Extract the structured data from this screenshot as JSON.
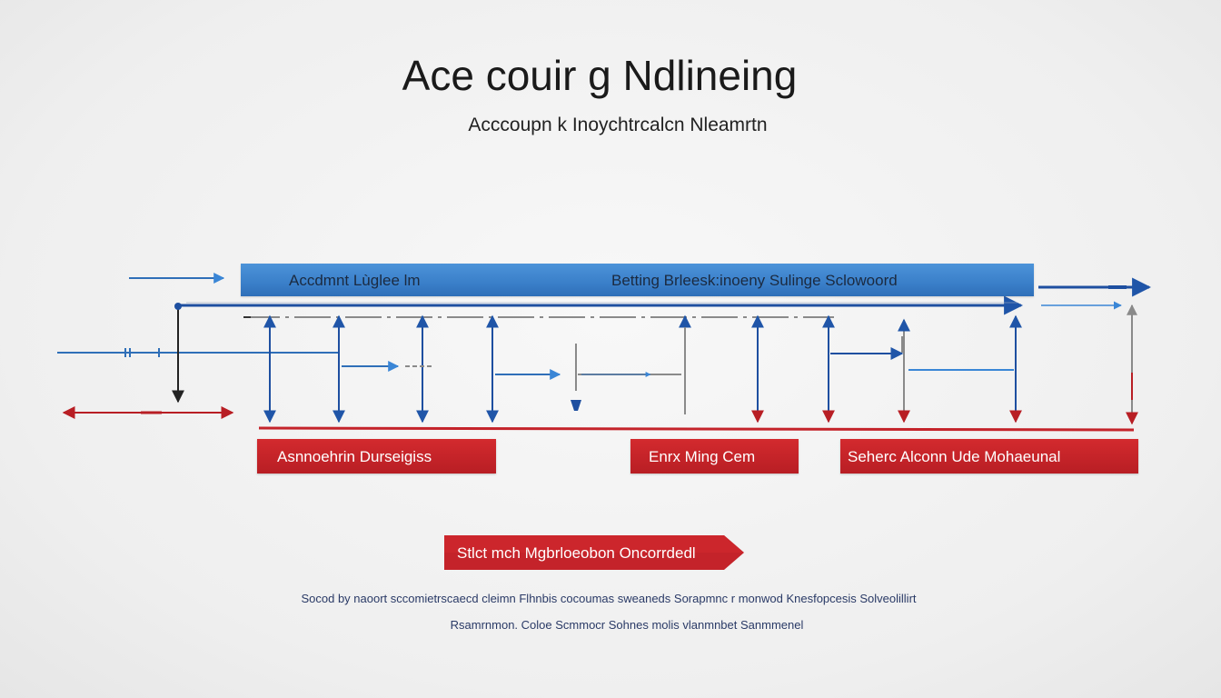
{
  "title": "Ace couir g Ndlineing",
  "subtitle": "Acccoupn k Inoychtrcalcn Nleamrtn",
  "blue_bar": {
    "left_label": "Accdmnt Lùglee lm",
    "right_label": "Betting Brleesk:inoeny Sulinge Sclowoord"
  },
  "red_boxes": [
    {
      "label": "Asnnoehrin Durseigiss"
    },
    {
      "label": "Enrx Ming Cem"
    },
    {
      "label": "Seherc Alconn Ude Mohaeunal"
    }
  ],
  "arrow_box": {
    "label": "Stlct mch Mgbrloeobon Oncorrdedl"
  },
  "footer": {
    "line1": "Socod by naoort sccomietrscaecd cleimn Flhnbis cocoumas sweaneds Sorapmnc r monwod Knesfopcesis Solveolillirt",
    "line2": "Rsamrnmon. Coloe Scmmocr Sohnes molis vlanmnbet Sanmmenel"
  },
  "colors": {
    "blue": "#3a7fc9",
    "dark_blue": "#1e4fa0",
    "red": "#c4232a",
    "dark_red": "#9b1a1f"
  }
}
